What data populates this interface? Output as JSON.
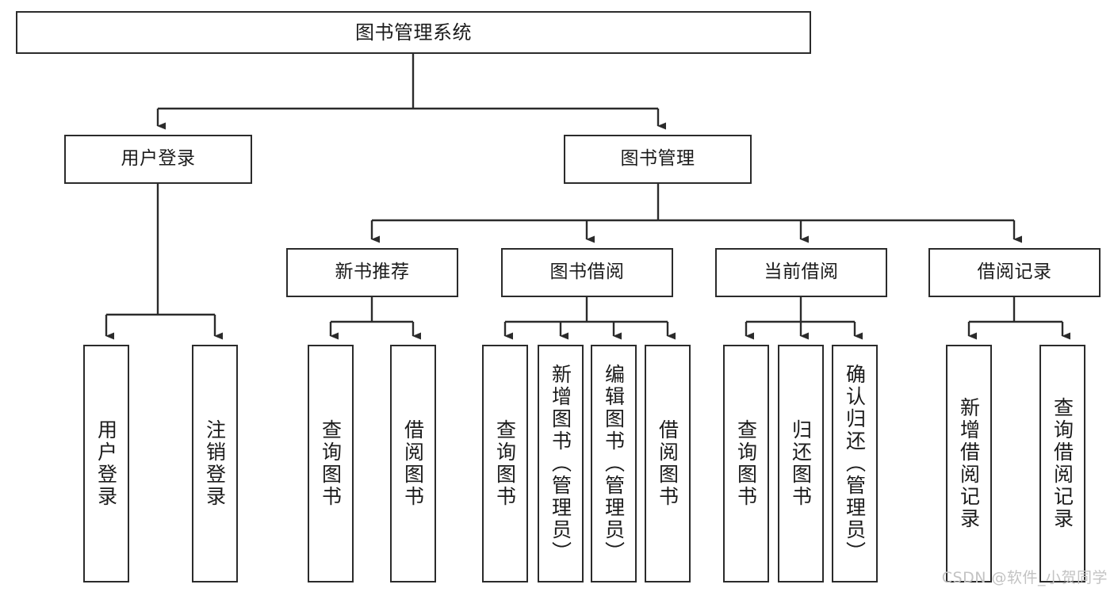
{
  "diagram": {
    "title": "图书管理系统",
    "type": "tree-hierarchy",
    "watermark": "CSDN @软件_小贺同学",
    "colors": {
      "background": "#ffffff",
      "box_border": "#2b2b2b",
      "box_fill": "#ffffff",
      "text": "#1b1b1b",
      "edge": "#2b2b2b",
      "watermark": "#c3c3c3"
    },
    "nodes": {
      "root": {
        "label": "图书管理系统"
      },
      "level2": [
        {
          "id": "user-login",
          "label": "用户登录"
        },
        {
          "id": "book-manage",
          "label": "图书管理"
        }
      ],
      "level3": [
        {
          "id": "new-book-recommend",
          "label": "新书推荐"
        },
        {
          "id": "book-borrow",
          "label": "图书借阅"
        },
        {
          "id": "current-borrow",
          "label": "当前借阅"
        },
        {
          "id": "borrow-record",
          "label": "借阅记录"
        }
      ],
      "leaves": {
        "user-login": [
          {
            "id": "leaf-user-login",
            "label": "用户登录"
          },
          {
            "id": "leaf-logout-login",
            "label": "注销登录"
          }
        ],
        "new-book-recommend": [
          {
            "id": "leaf-query-book-1",
            "label": "查询图书"
          },
          {
            "id": "leaf-borrow-book-1",
            "label": "借阅图书"
          }
        ],
        "book-borrow": [
          {
            "id": "leaf-query-book-2",
            "label": "查询图书"
          },
          {
            "id": "leaf-add-book",
            "label": "新增图书（管理员）"
          },
          {
            "id": "leaf-edit-book",
            "label": "编辑图书（管理员）"
          },
          {
            "id": "leaf-borrow-book-2",
            "label": "借阅图书"
          }
        ],
        "current-borrow": [
          {
            "id": "leaf-query-book-3",
            "label": "查询图书"
          },
          {
            "id": "leaf-return-book",
            "label": "归还图书"
          },
          {
            "id": "leaf-confirm-return",
            "label": "确认归还（管理员）"
          }
        ],
        "borrow-record": [
          {
            "id": "leaf-add-record",
            "label": "新增借阅记录"
          },
          {
            "id": "leaf-query-record",
            "label": "查询借阅记录"
          }
        ]
      }
    }
  }
}
